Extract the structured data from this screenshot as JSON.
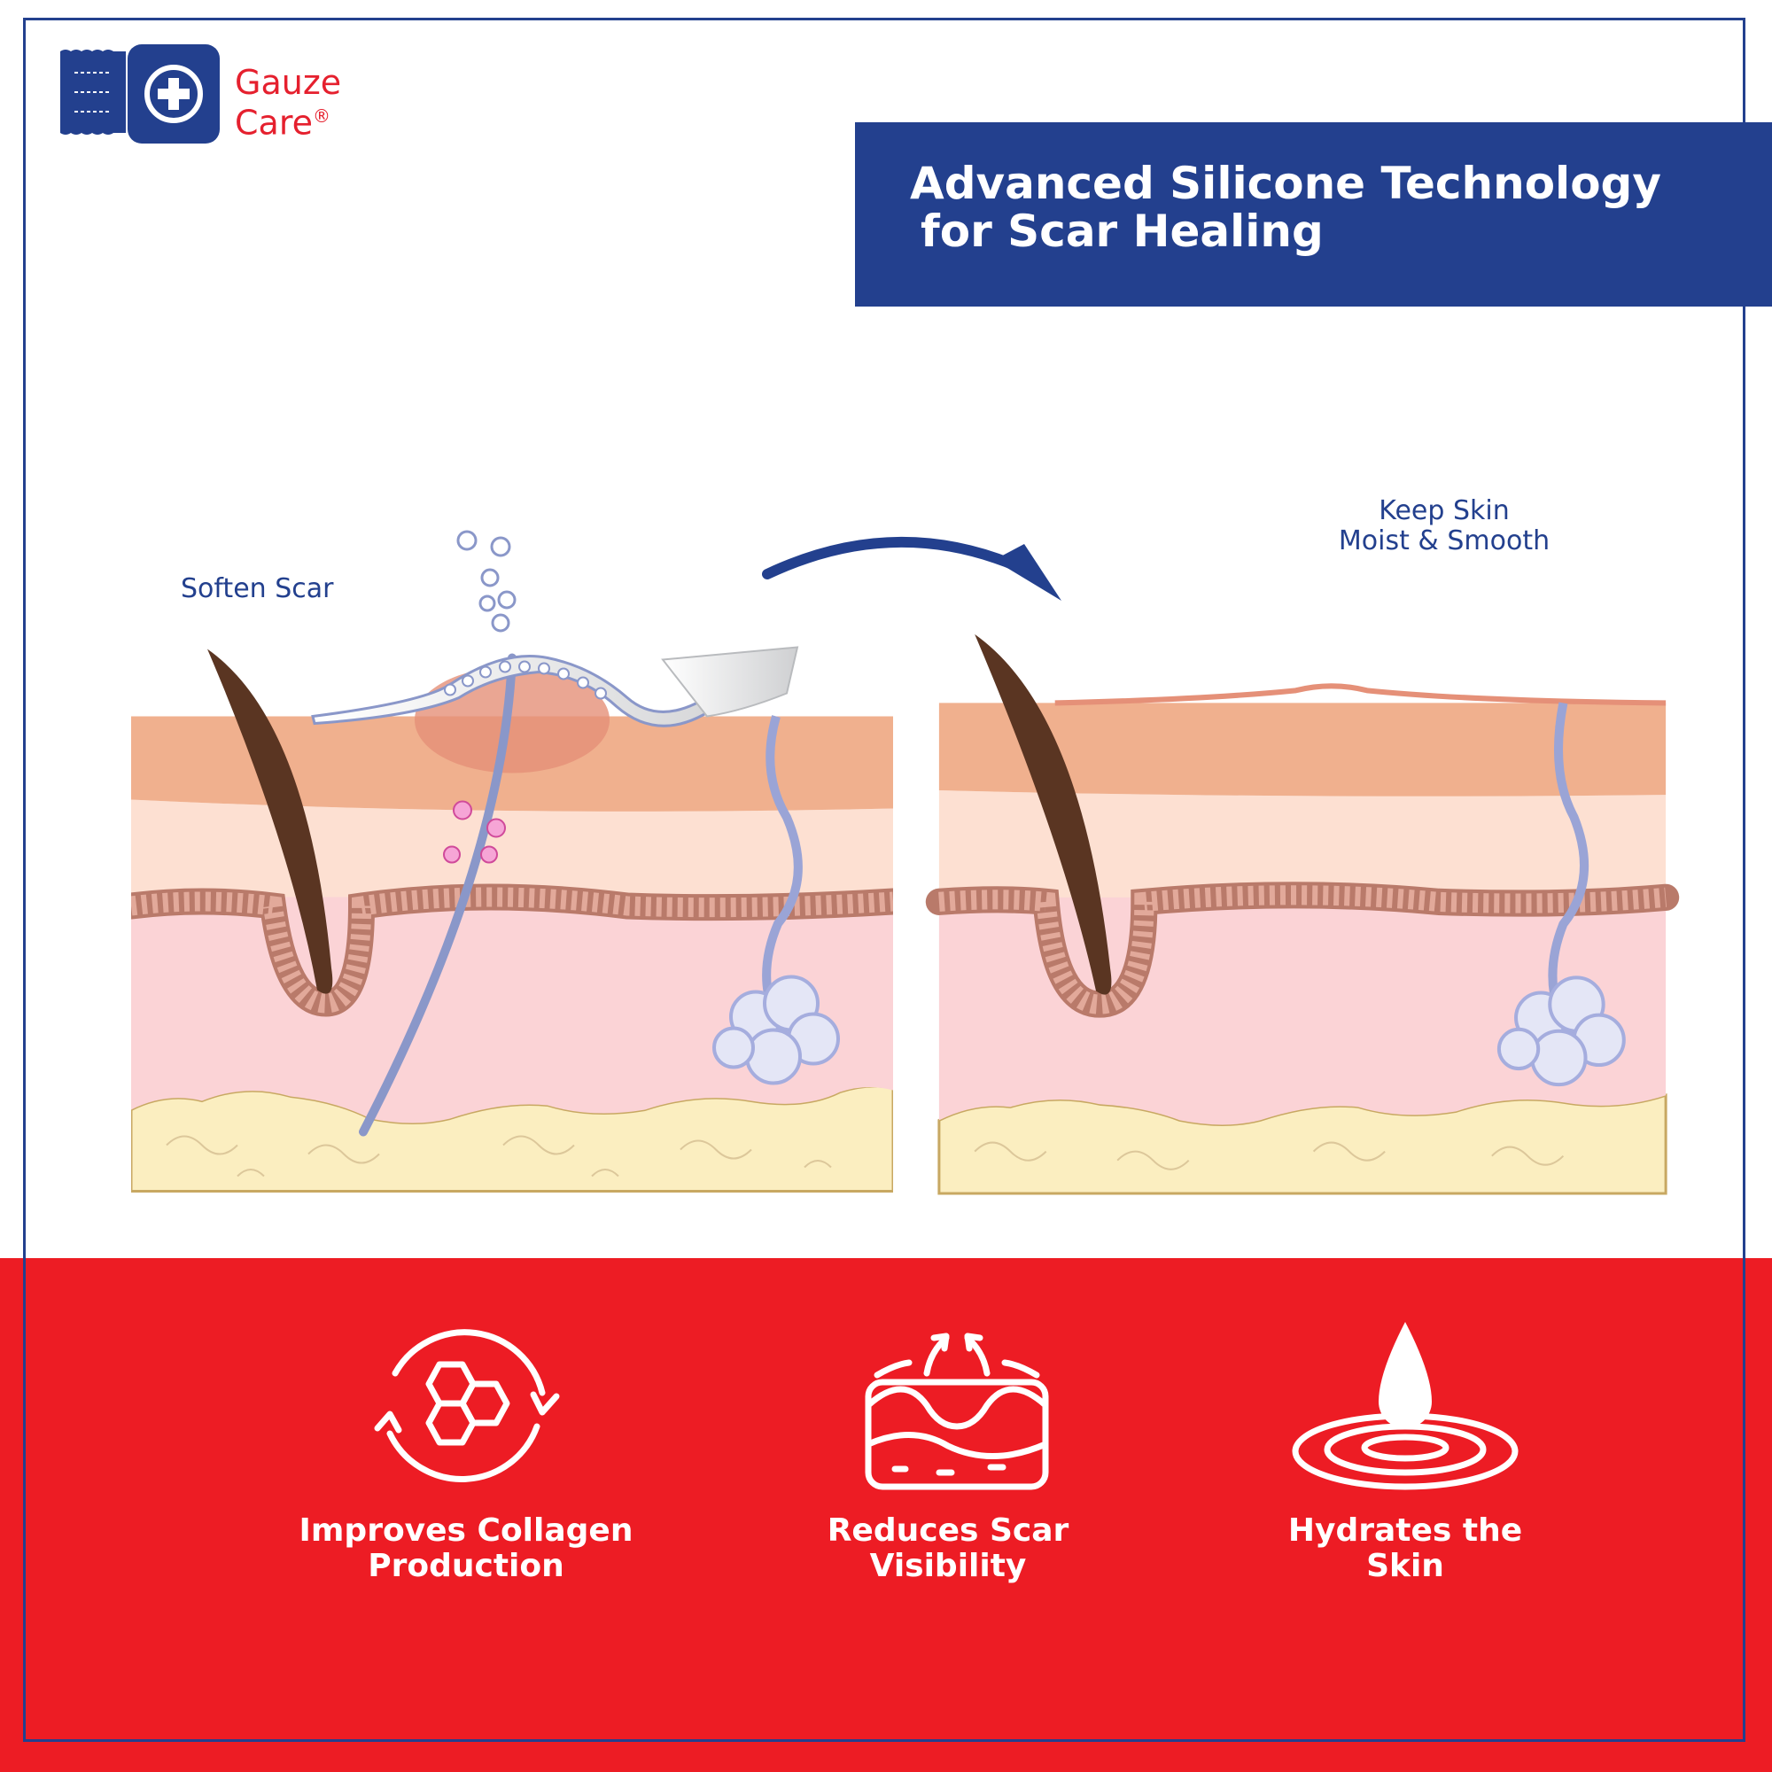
{
  "brand": {
    "name_line1": "Gauze",
    "name_line2": "Care",
    "trademark": "®"
  },
  "banner": {
    "title_line1": "Advanced Silicone Technology",
    "title_line2": "for Scar Healing"
  },
  "illustration": {
    "before_caption": "Soften Scar",
    "after_caption_line1": "Keep Skin",
    "after_caption_line2": "Moist & Smooth"
  },
  "features": [
    {
      "icon": "collagen-cycle-icon",
      "label": "Improves Collagen\nProduction"
    },
    {
      "icon": "scar-skin-layer-icon",
      "label": "Reduces Scar\nVisibility"
    },
    {
      "icon": "water-drop-ripple-icon",
      "label": "Hydrates the\nSkin"
    }
  ],
  "colors": {
    "brand_blue": "#23408e",
    "brand_red": "#ed1c24",
    "skin_top": "#f0b08e",
    "dermis": "#fbd3d6",
    "fat": "#fbeec0"
  }
}
